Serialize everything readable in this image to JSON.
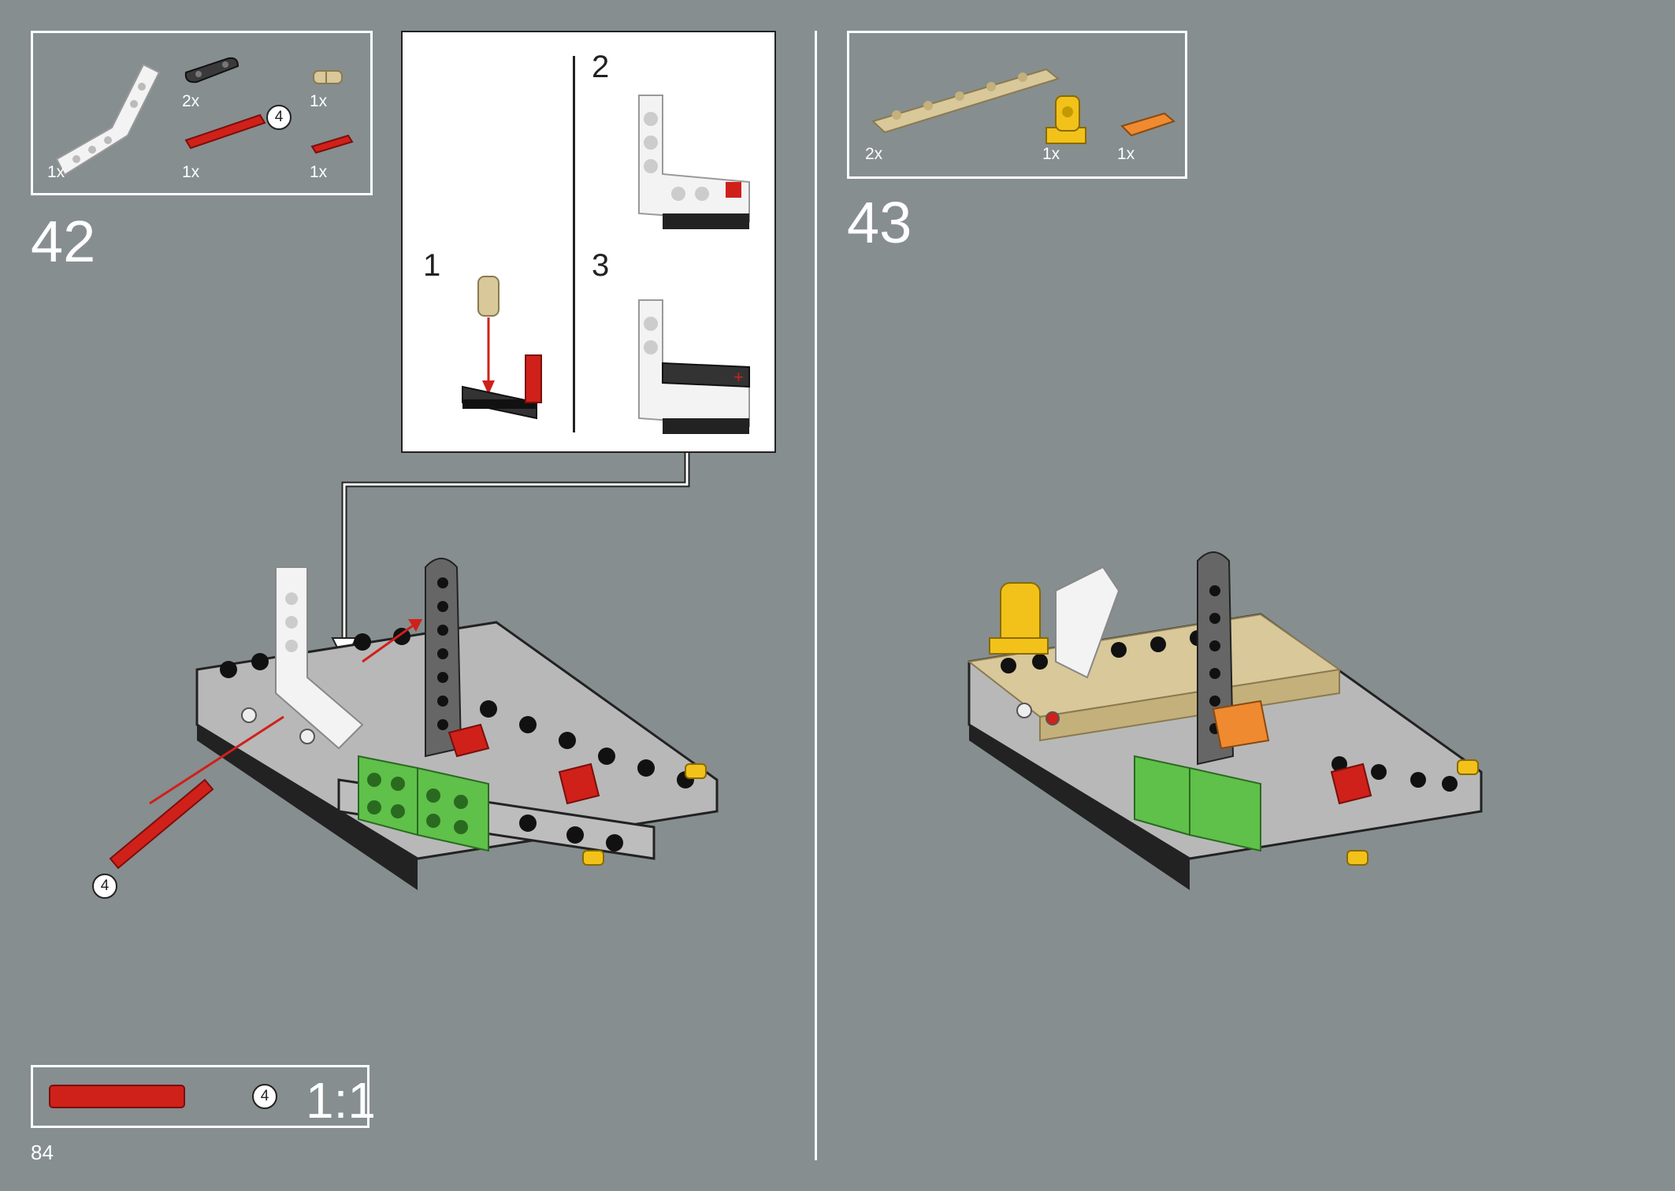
{
  "page": {
    "number": "84"
  },
  "step42": {
    "number": "42",
    "parts": [
      {
        "name": "white-angled-beam",
        "qty": "1x"
      },
      {
        "name": "black-thin-beam",
        "qty": "2x"
      },
      {
        "name": "tan-axle-pin",
        "qty": "1x"
      },
      {
        "name": "red-axle-length-4",
        "qty": "1x",
        "length_label": "4"
      },
      {
        "name": "red-axle-short",
        "qty": "1x"
      }
    ],
    "subassembly_labels": [
      "1",
      "2",
      "3"
    ],
    "axle_length_label": "4"
  },
  "step43": {
    "number": "43",
    "parts": [
      {
        "name": "tan-plate-1x10",
        "qty": "2x"
      },
      {
        "name": "yellow-pin-connector",
        "qty": "1x"
      },
      {
        "name": "orange-plate-1x2",
        "qty": "1x"
      }
    ]
  },
  "scale_box": {
    "axle_length": "4",
    "ratio": "1:1"
  },
  "colors": {
    "background": "#868e90",
    "red": "#d0201a",
    "tan": "#d8c89a",
    "yellow": "#f2c21a",
    "orange": "#f08a30",
    "green": "#5fc04a"
  }
}
